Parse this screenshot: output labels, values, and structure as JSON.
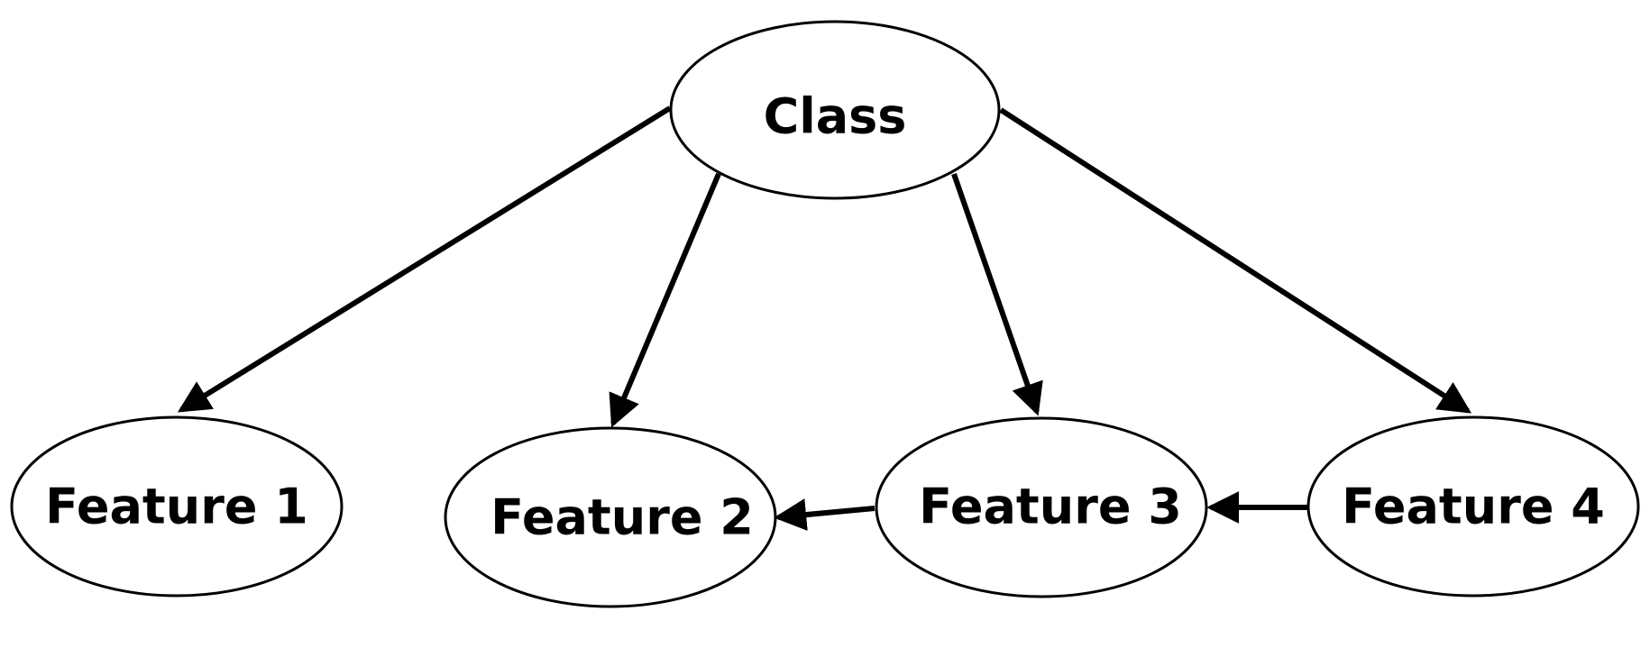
{
  "diagram": {
    "nodes": [
      {
        "id": "class",
        "label": "Class"
      },
      {
        "id": "feature1",
        "label": "Feature 1"
      },
      {
        "id": "feature2",
        "label": "Feature 2"
      },
      {
        "id": "feature3",
        "label": "Feature 3"
      },
      {
        "id": "feature4",
        "label": "Feature 4"
      }
    ],
    "edges": [
      {
        "from": "class",
        "to": "feature1"
      },
      {
        "from": "class",
        "to": "feature2"
      },
      {
        "from": "class",
        "to": "feature3"
      },
      {
        "from": "class",
        "to": "feature4"
      },
      {
        "from": "feature3",
        "to": "feature2"
      },
      {
        "from": "feature4",
        "to": "feature3"
      }
    ],
    "colors": {
      "stroke": "#000000",
      "fill": "#ffffff",
      "text": "#000000"
    }
  }
}
